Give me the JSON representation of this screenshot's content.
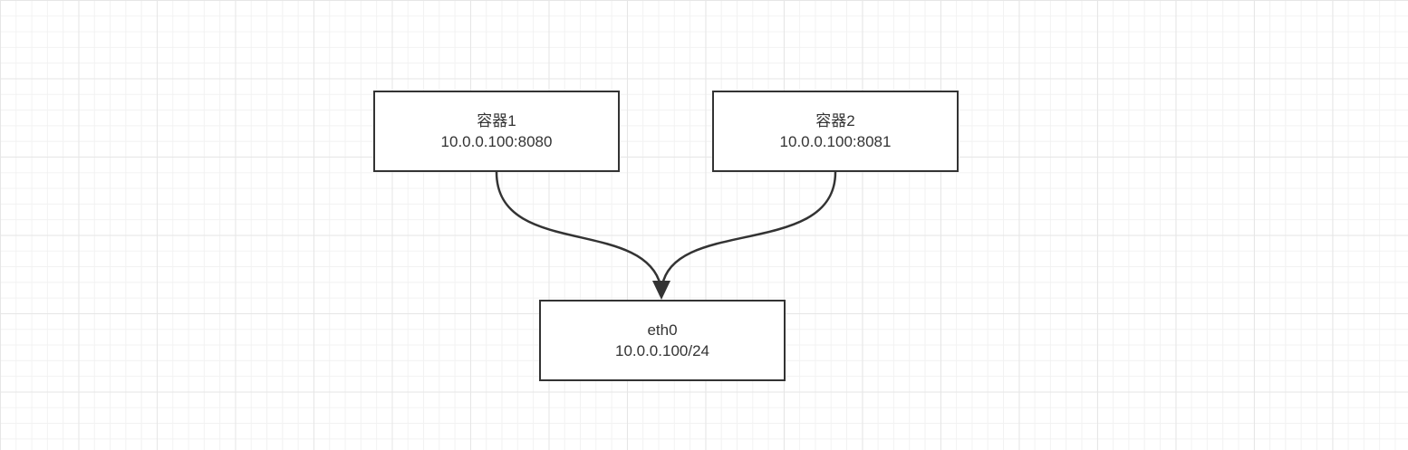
{
  "diagram": {
    "nodes": {
      "container1": {
        "title": "容器1",
        "subtitle": "10.0.0.100:8080"
      },
      "container2": {
        "title": "容器2",
        "subtitle": "10.0.0.100:8081"
      },
      "eth0": {
        "title": "eth0",
        "subtitle": "10.0.0.100/24"
      }
    },
    "edges": [
      {
        "from": "container1",
        "to": "eth0"
      },
      {
        "from": "container2",
        "to": "eth0"
      }
    ],
    "colors": {
      "stroke": "#333333",
      "background": "#ffffff",
      "grid_major": "#e6e6e6",
      "grid_minor": "#f2f2f2"
    }
  }
}
